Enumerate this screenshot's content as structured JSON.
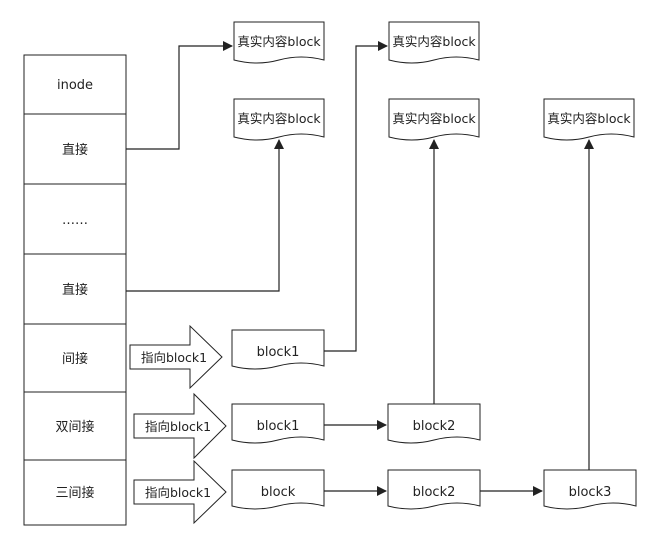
{
  "inode_table": [
    {
      "label": "inode"
    },
    {
      "label": "直接"
    },
    {
      "label": "……"
    },
    {
      "label": "直接"
    },
    {
      "label": "间接"
    },
    {
      "label": "双间接"
    },
    {
      "label": "三间接"
    }
  ],
  "pointer_arrows": [
    {
      "label": "指向block1"
    },
    {
      "label": "指向block1"
    },
    {
      "label": "指向block1"
    }
  ],
  "data_blocks": [
    {
      "label": "真实内容block"
    },
    {
      "label": "真实内容block"
    },
    {
      "label": "真实内容block"
    },
    {
      "label": "真实内容block"
    },
    {
      "label": "真实内容block"
    }
  ],
  "indirect_blocks": [
    {
      "label": "block1"
    },
    {
      "label": "block1"
    },
    {
      "label": "block2"
    },
    {
      "label": "block"
    },
    {
      "label": "block2"
    },
    {
      "label": "block3"
    }
  ],
  "colors": {
    "stroke": "#222222",
    "fill": "#ffffff",
    "text": "#222222"
  }
}
